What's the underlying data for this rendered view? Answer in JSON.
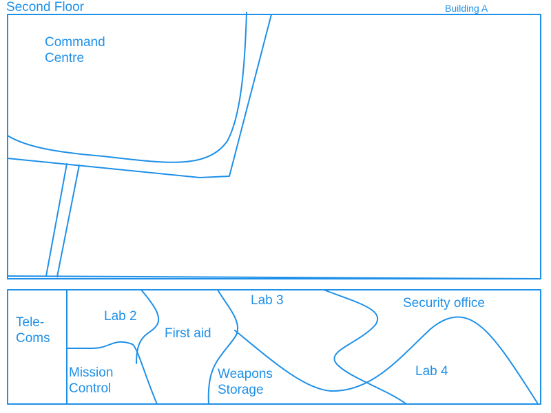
{
  "header": {
    "floor_title": "Second Floor",
    "building_name": "Building A"
  },
  "rooms": {
    "command_centre": [
      "Command",
      "Centre"
    ],
    "tele_coms": [
      "Tele-",
      "Coms"
    ],
    "lab_2": "Lab 2",
    "first_aid": "First aid",
    "lab_3": "Lab 3",
    "security_office": "Security office",
    "mission_control": [
      "Mission",
      "Control"
    ],
    "weapons_storage": [
      "Weapons",
      "Storage"
    ],
    "lab_4": "Lab 4"
  },
  "colors": {
    "line": "#1e90e8",
    "text": "#1e90e8",
    "background": "#ffffff"
  }
}
